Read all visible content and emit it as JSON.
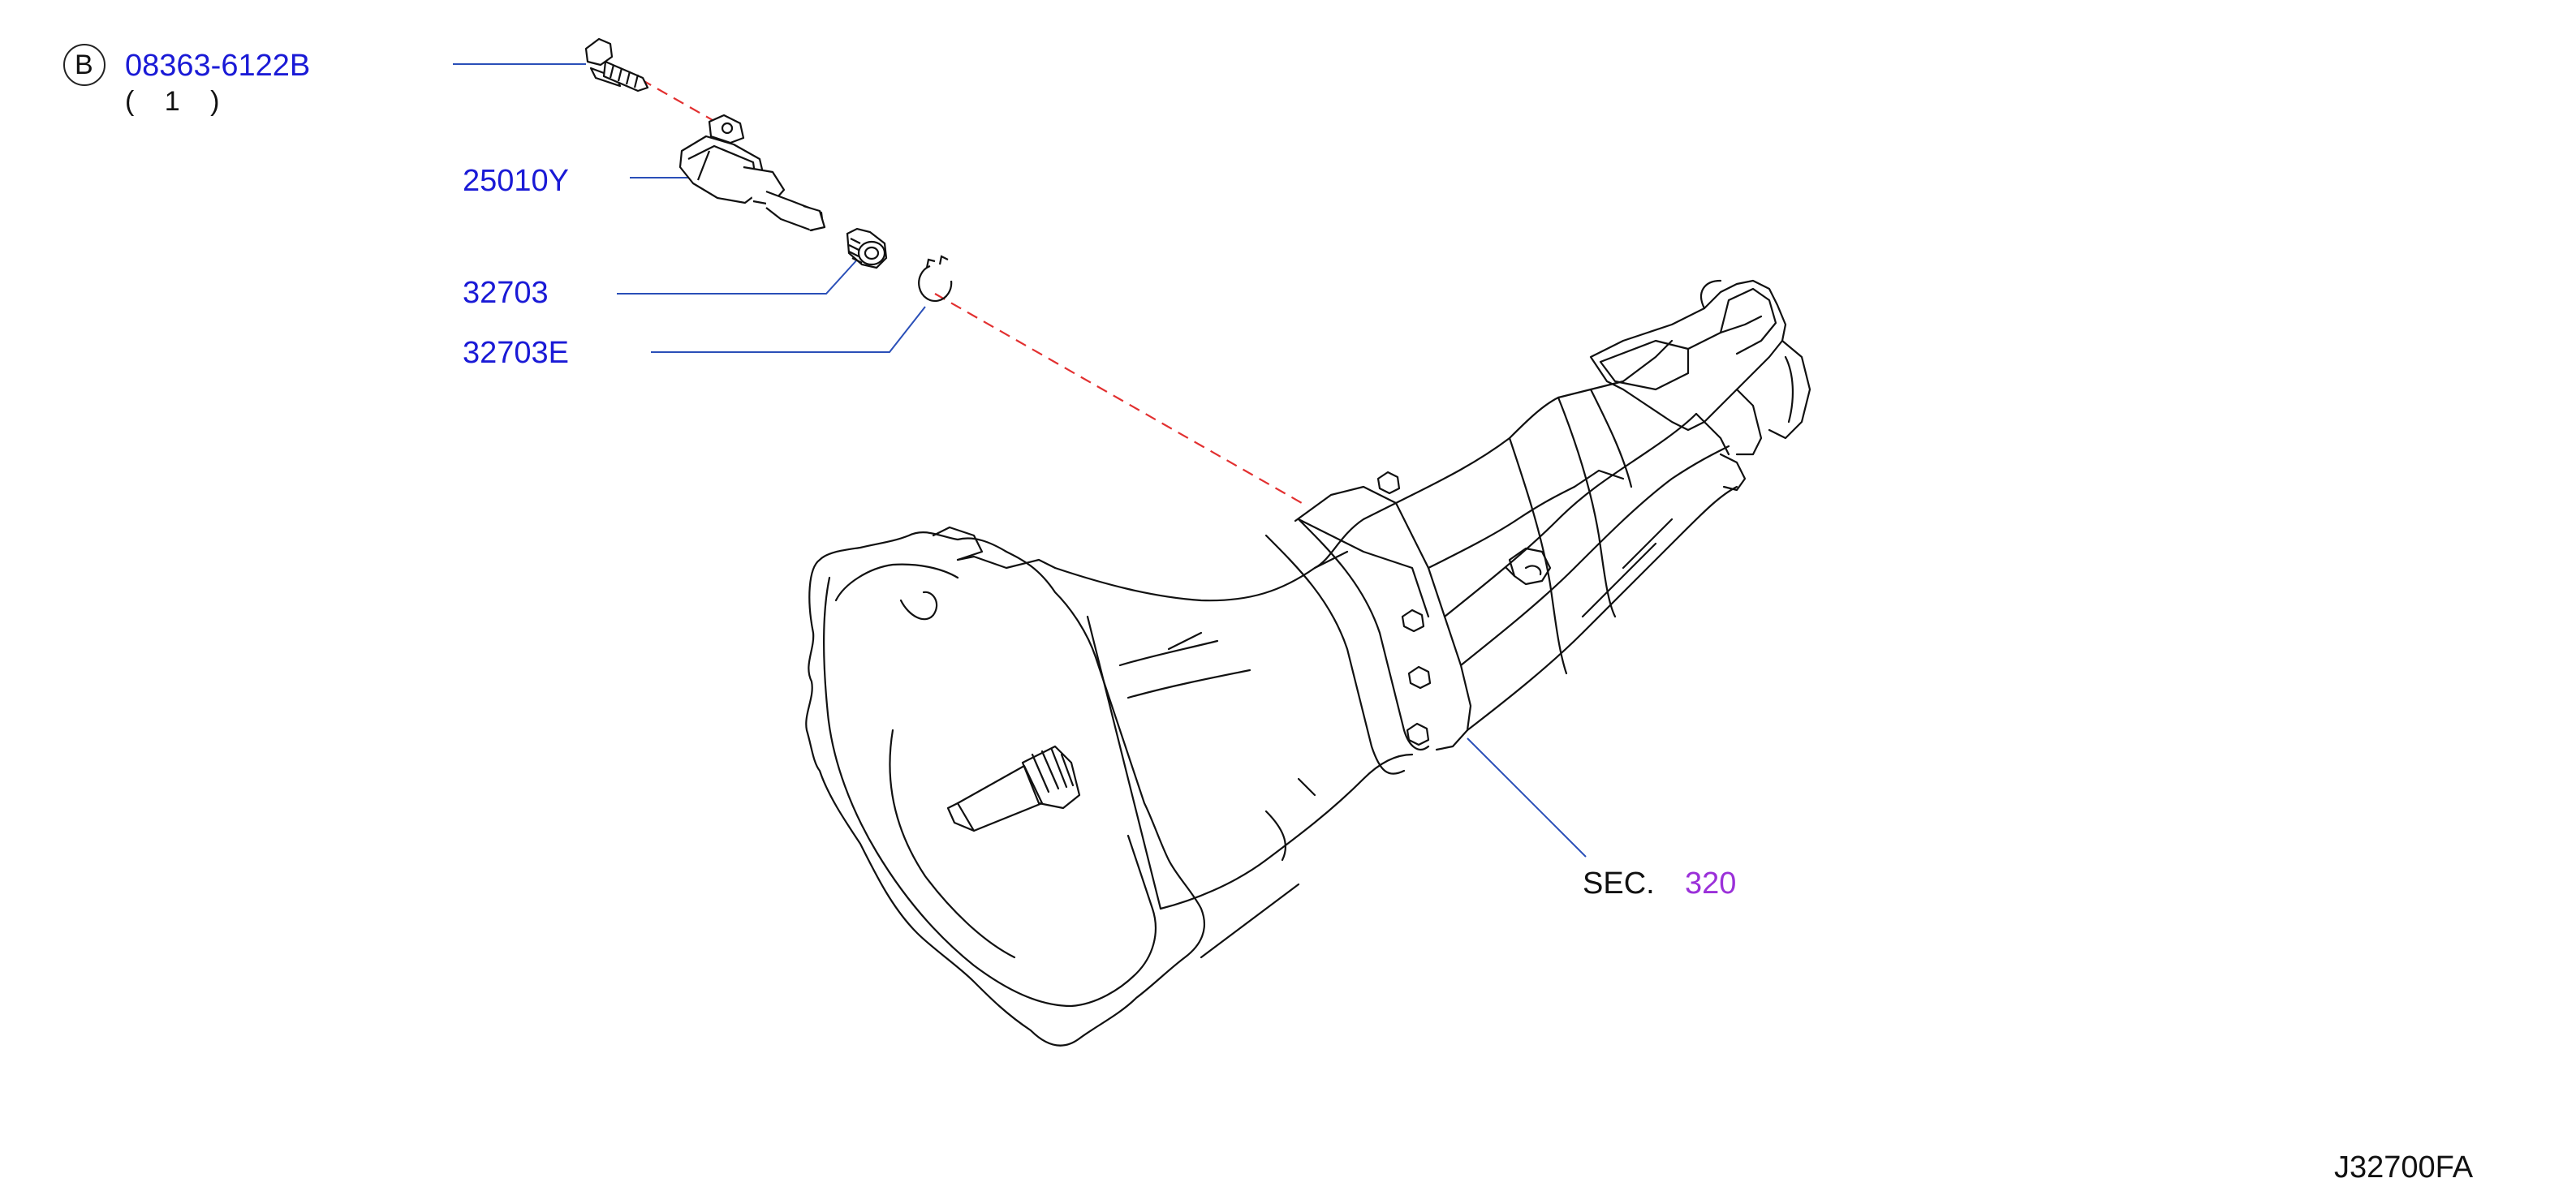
{
  "callouts": {
    "bolt": {
      "badge": "B",
      "part_number": "08363-6122B",
      "quantity": "( 1 )"
    },
    "speed_sensor": {
      "part_number": "25010Y"
    },
    "pinion_gear": {
      "part_number": "32703"
    },
    "snap_ring": {
      "part_number": "32703E"
    },
    "section_ref": {
      "prefix": "SEC.",
      "number": "320"
    }
  },
  "diagram_id": "J32700FA",
  "colors": {
    "part_label": "#1a1ad6",
    "section_label": "#9b30d9",
    "leader_line": "#2a4fb8",
    "alignment_line": "#e23030",
    "line_art": "#111111"
  }
}
